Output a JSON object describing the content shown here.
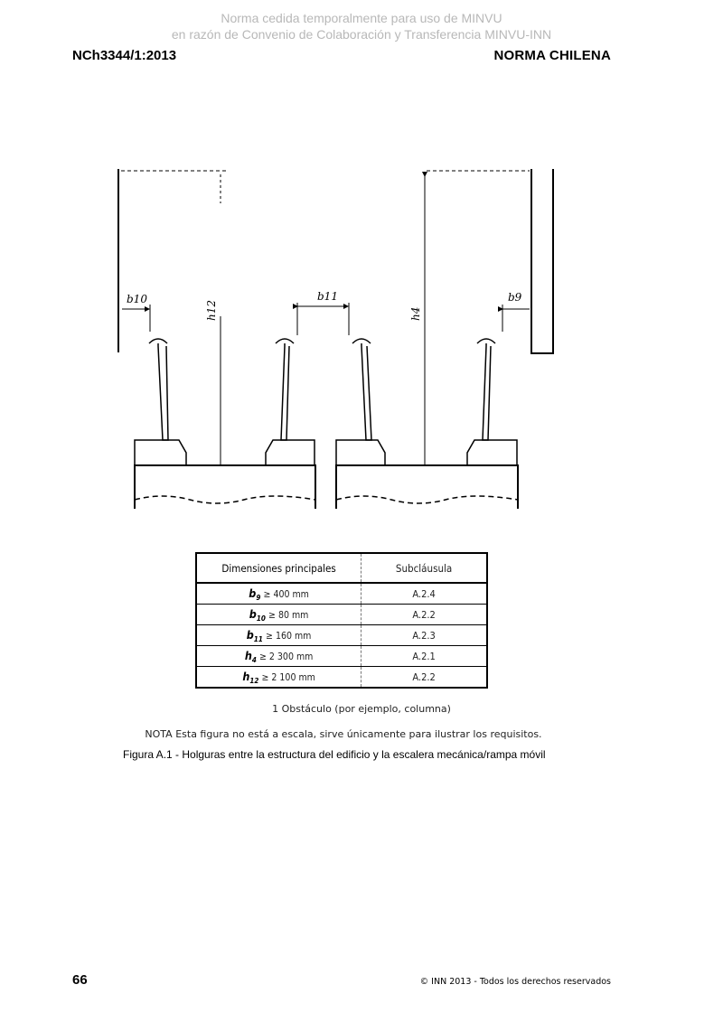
{
  "watermark": {
    "line1": "Norma cedida temporalmente para uso de MINVU",
    "line2": "en razón de Convenio de Colaboración y Transferencia MINVU-INN"
  },
  "header": {
    "standard": "NCh3344/1:2013",
    "norm_label": "NORMA CHILENA"
  },
  "figure": {
    "labels": {
      "b10": "b10",
      "b11": "b11",
      "b9": "b9",
      "h12": "h12",
      "h4": "h4"
    }
  },
  "table": {
    "headers": [
      "Dimensiones principales",
      "Subcláusula"
    ],
    "rows": [
      {
        "symbol": "b",
        "sub": "9",
        "relation": "≥ 400 mm",
        "clause": "A.2.4"
      },
      {
        "symbol": "b",
        "sub": "10",
        "relation": "≥ 80 mm",
        "clause": "A.2.2"
      },
      {
        "symbol": "b",
        "sub": "11",
        "relation": "≥ 160 mm",
        "clause": "A.2.3"
      },
      {
        "symbol": "h",
        "sub": "4",
        "relation": "≥ 2 300 mm",
        "clause": "A.2.1"
      },
      {
        "symbol": "h",
        "sub": "12",
        "relation": "≥ 2 100 mm",
        "clause": "A.2.2"
      }
    ]
  },
  "legend": "1  Obstáculo (por ejemplo, columna)",
  "note": "NOTA  Esta figura no está a escala, sirve únicamente para ilustrar los requisitos.",
  "caption": "Figura A.1 - Holguras entre la estructura del edificio y la escalera mecánica/rampa móvil",
  "footer": {
    "page": "66",
    "copyright": "© INN 2013 - Todos los derechos reservados"
  }
}
